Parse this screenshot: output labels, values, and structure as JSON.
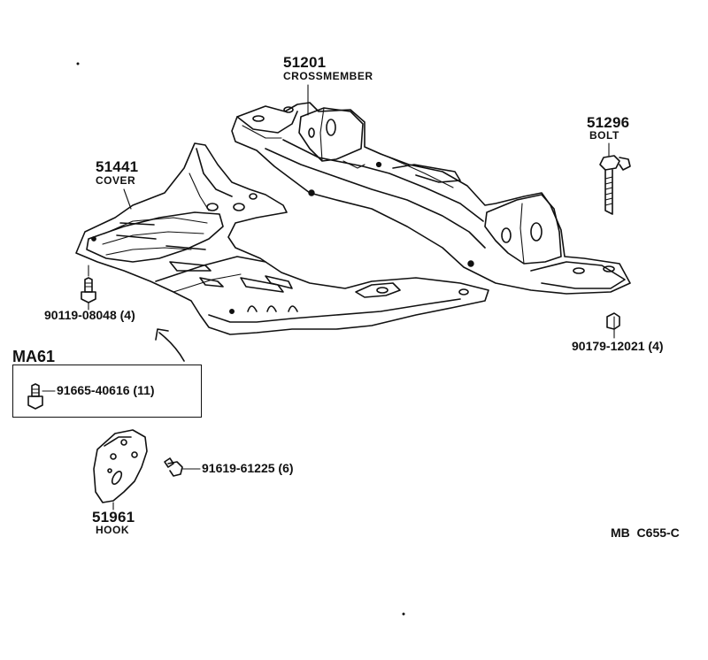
{
  "parts": {
    "crossmember": {
      "number": "51201",
      "name": "CROSSMEMBER"
    },
    "bolt": {
      "number": "51296",
      "name": "BOLT"
    },
    "cover": {
      "number": "51441",
      "name": "COVER"
    },
    "cover_bolt": {
      "part_no": "90119-08048 (4)"
    },
    "nut": {
      "part_no": "90179-12021 (4)"
    },
    "ma61_bolt": {
      "part_no": "91665-40616 (11)"
    },
    "hook_bolt": {
      "part_no": "91619-61225 (6)"
    },
    "hook": {
      "number": "51961",
      "name": "HOOK"
    }
  },
  "variant_box": {
    "label": "MA61"
  },
  "drawing_code": "MB  C655-C"
}
